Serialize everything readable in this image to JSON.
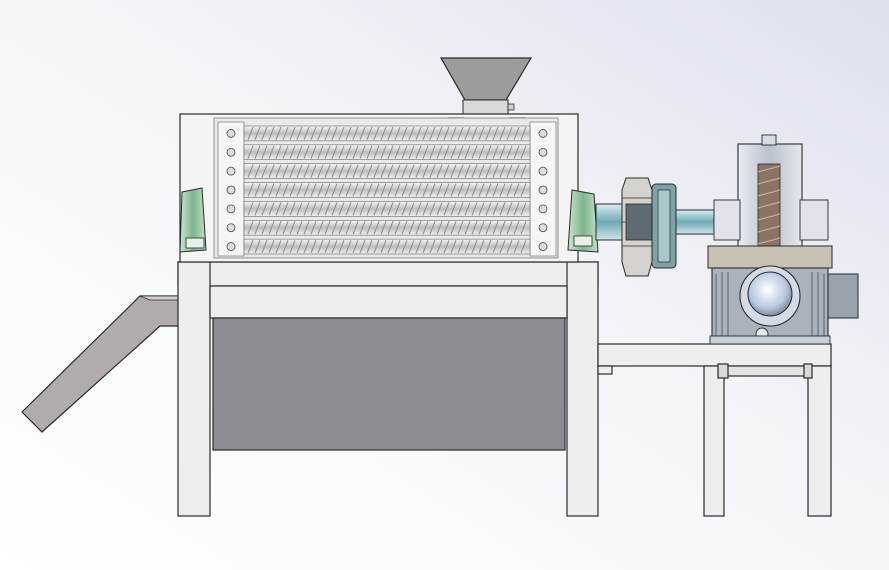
{
  "scene": {
    "subject": "cad-machine-assembly",
    "view": "front-elevation",
    "colors": {
      "background_light": "#ffffff",
      "background_dark": "#dde1ec",
      "outline": "#2a2a2a",
      "frame_fill": "#eeeeee",
      "tray_fill": "#8e8c92",
      "chute_fill": "#b1aab1",
      "hopper_fill": "#9c9c9c",
      "screw_light": "#f4f4f4",
      "screw_dark": "#8a8a8a",
      "bearing_green": "#9ec9a8",
      "shaft_teal": "#9bc6cf",
      "gearbox_fill": "#c9cfd8",
      "coupling_fill": "#c8c2b4",
      "motor_fill": "#9aa2ad"
    },
    "screw_rows": 7
  }
}
